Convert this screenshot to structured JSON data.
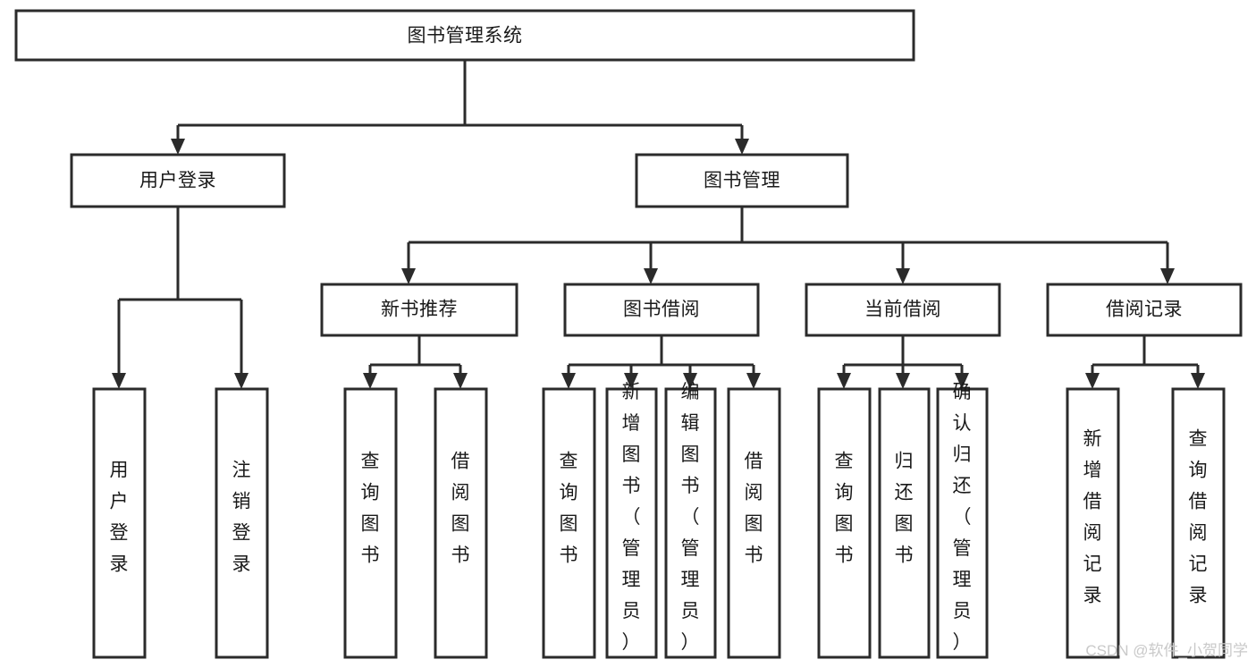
{
  "diagram": {
    "type": "tree-hierarchy-chart",
    "title": "图书管理系统",
    "orientation": "top-down",
    "colors": {
      "node_fill": "#ffffff",
      "node_stroke": "#2b2b2b",
      "label": "#1a1a1a",
      "background": "#ffffff",
      "watermark": "#c9c9c9"
    },
    "root": {
      "id": "root",
      "label": "图书管理系统",
      "orientation": "horizontal"
    },
    "level2": [
      {
        "id": "user-login",
        "label": "用户登录",
        "orientation": "horizontal"
      },
      {
        "id": "book-management",
        "label": "图书管理",
        "orientation": "horizontal"
      }
    ],
    "level3": [
      {
        "id": "new-book-recommend",
        "label": "新书推荐",
        "parent": "book-management",
        "orientation": "horizontal"
      },
      {
        "id": "book-borrow",
        "label": "图书借阅",
        "parent": "book-management",
        "orientation": "horizontal"
      },
      {
        "id": "current-borrow",
        "label": "当前借阅",
        "parent": "book-management",
        "orientation": "horizontal"
      },
      {
        "id": "borrow-record",
        "label": "借阅记录",
        "parent": "book-management",
        "orientation": "horizontal"
      }
    ],
    "leaves": [
      {
        "id": "leaf-user-login",
        "label": "用户登录",
        "parent": "user-login",
        "orientation": "vertical"
      },
      {
        "id": "leaf-logout",
        "label": "注销登录",
        "parent": "user-login",
        "orientation": "vertical"
      },
      {
        "id": "leaf-query-book-1",
        "label": "查询图书",
        "parent": "new-book-recommend",
        "orientation": "vertical"
      },
      {
        "id": "leaf-borrow-book-1",
        "label": "借阅图书",
        "parent": "new-book-recommend",
        "orientation": "vertical"
      },
      {
        "id": "leaf-query-book-2",
        "label": "查询图书",
        "parent": "book-borrow",
        "orientation": "vertical"
      },
      {
        "id": "leaf-add-book",
        "label": "新增图书（管理员）",
        "parent": "book-borrow",
        "orientation": "vertical"
      },
      {
        "id": "leaf-edit-book",
        "label": "编辑图书（管理员）",
        "parent": "book-borrow",
        "orientation": "vertical"
      },
      {
        "id": "leaf-borrow-book-2",
        "label": "借阅图书",
        "parent": "book-borrow",
        "orientation": "vertical"
      },
      {
        "id": "leaf-query-book-3",
        "label": "查询图书",
        "parent": "current-borrow",
        "orientation": "vertical"
      },
      {
        "id": "leaf-return-book",
        "label": "归还图书",
        "parent": "current-borrow",
        "orientation": "vertical"
      },
      {
        "id": "leaf-confirm-return",
        "label": "确认归还（管理员）",
        "parent": "current-borrow",
        "orientation": "vertical"
      },
      {
        "id": "leaf-add-record",
        "label": "新增借阅记录",
        "parent": "borrow-record",
        "orientation": "vertical"
      },
      {
        "id": "leaf-query-record",
        "label": "查询借阅记录",
        "parent": "borrow-record",
        "orientation": "vertical"
      }
    ],
    "watermark": "CSDN @软件_小贺同学"
  }
}
